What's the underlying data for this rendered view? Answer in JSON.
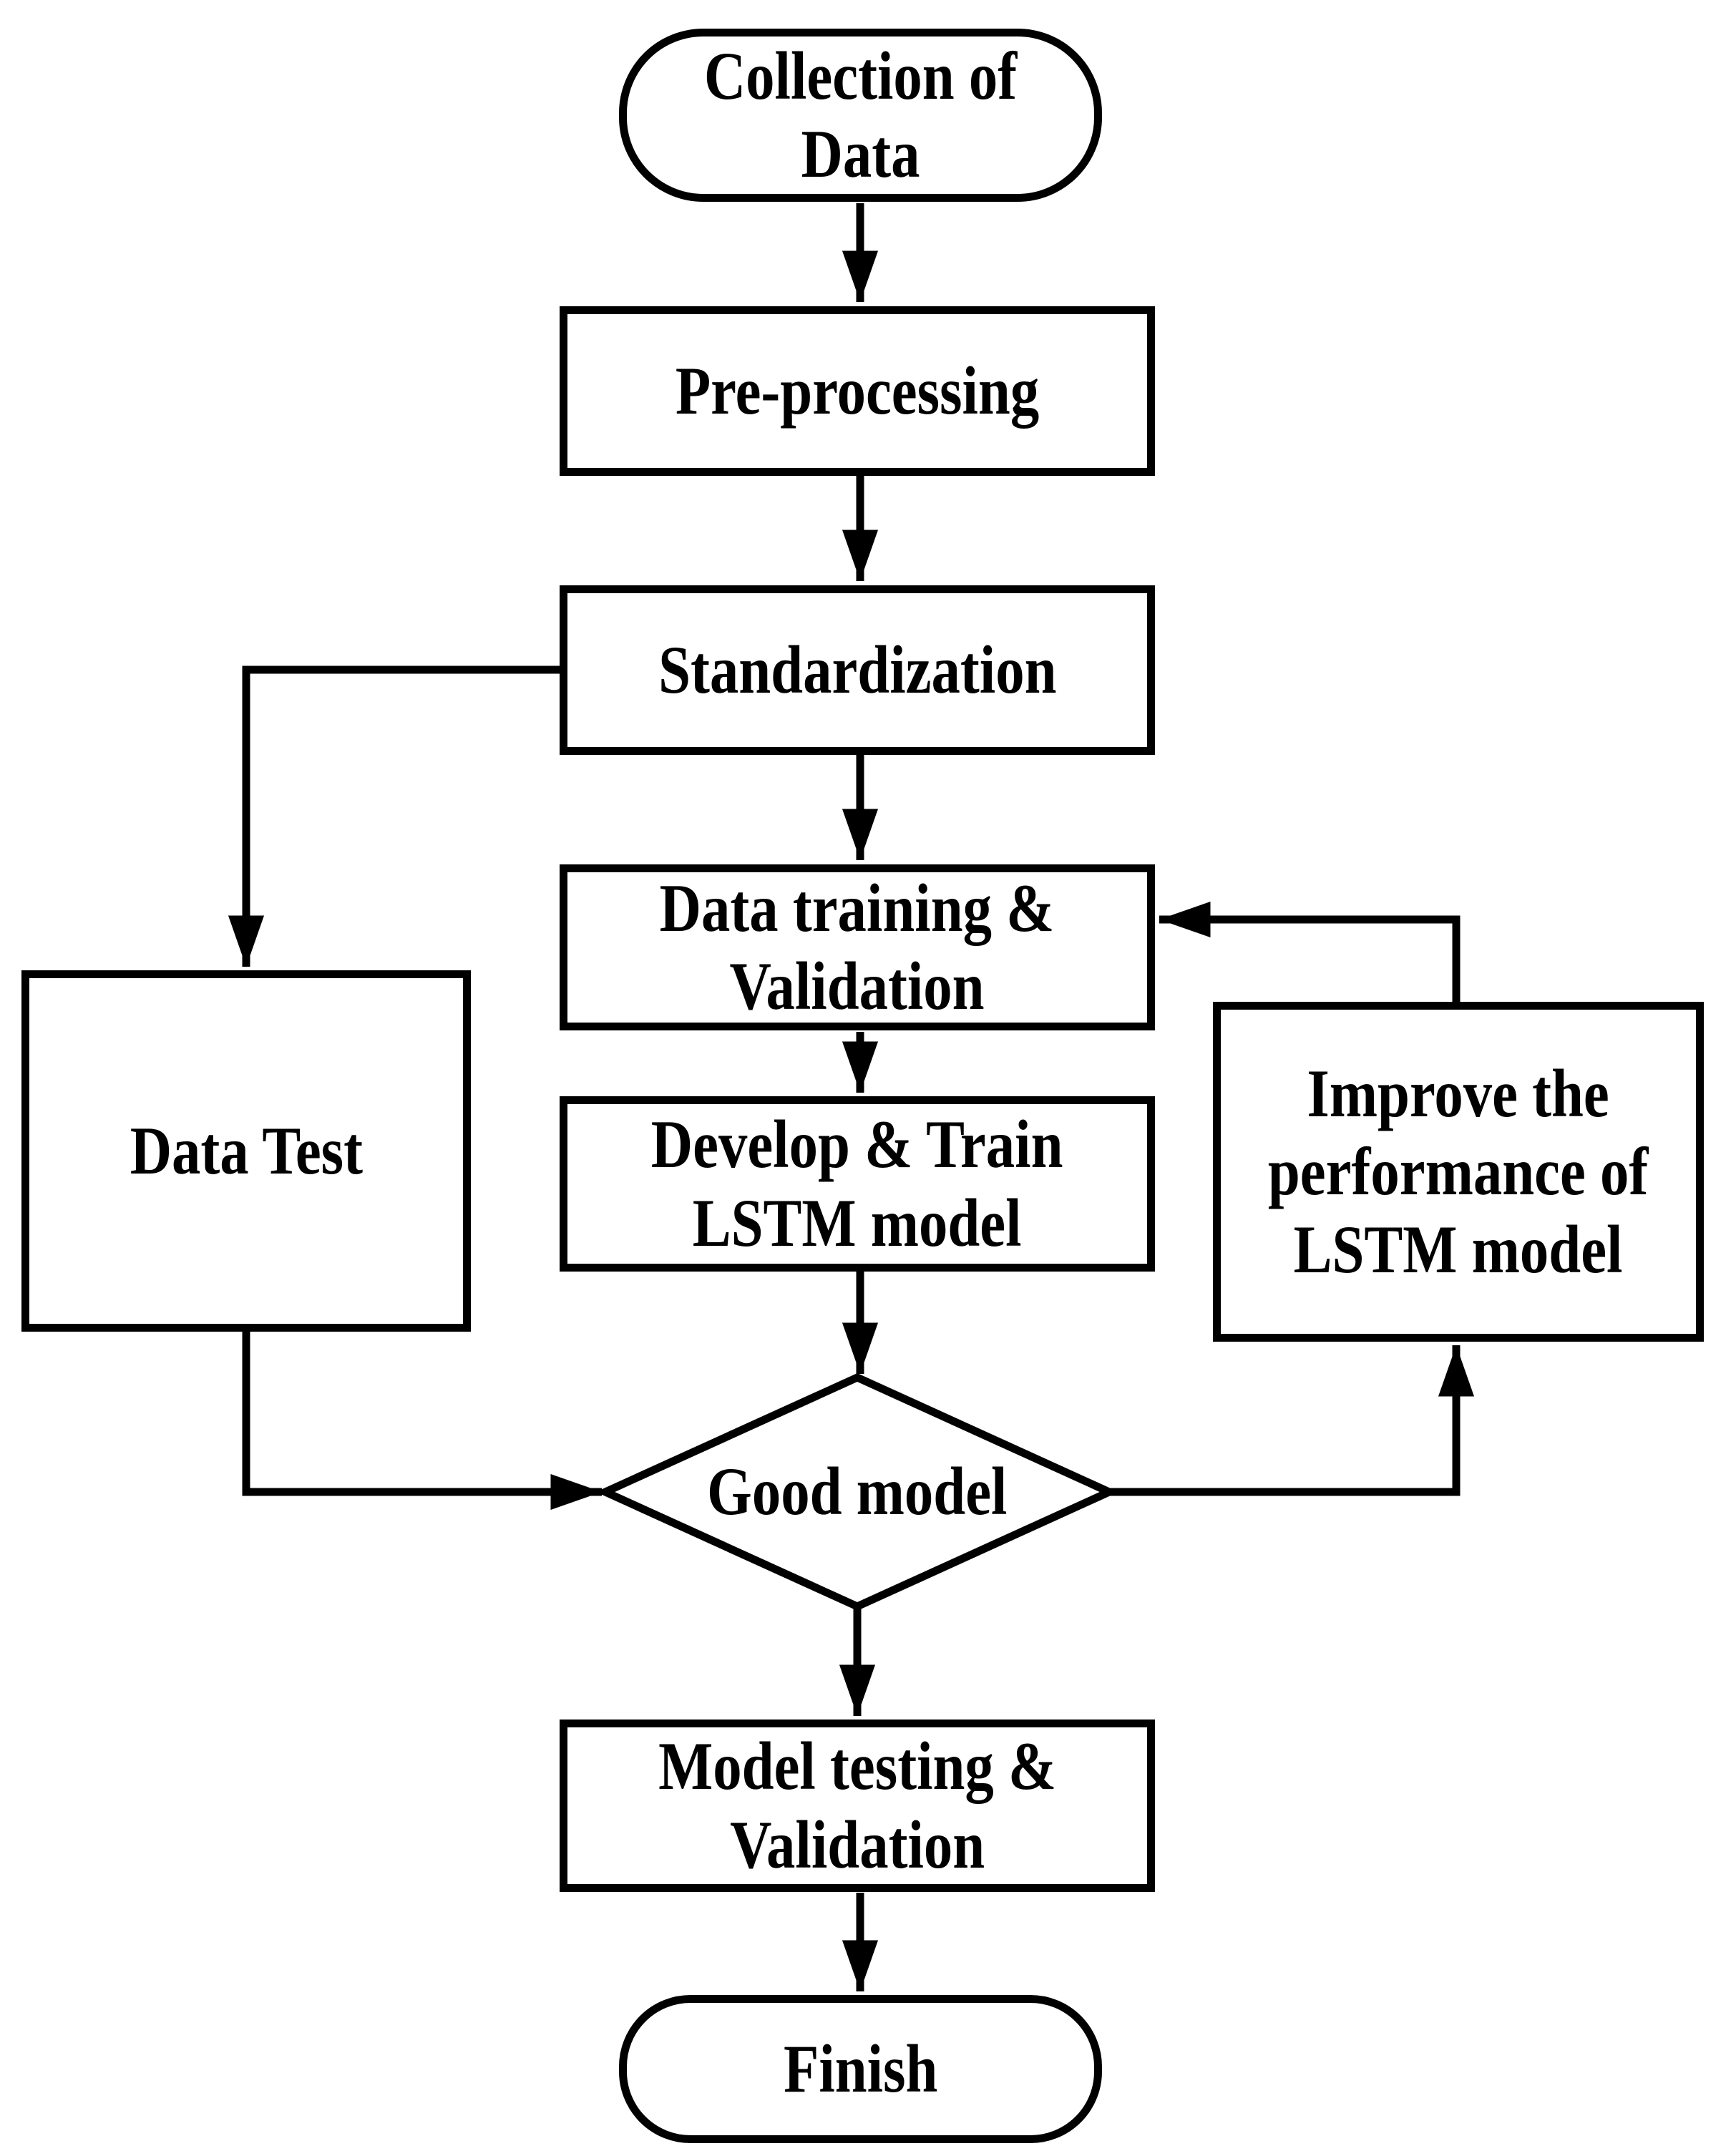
{
  "figure": {
    "kind": "flowchart",
    "ink_color": "#000000",
    "paper_color": "#ffffff"
  },
  "nodes": {
    "collection": {
      "label": "Collection of Data",
      "shape": "stadium"
    },
    "preprocessing": {
      "label": "Pre-processing",
      "shape": "rect"
    },
    "standardization": {
      "label": "Standardization",
      "shape": "rect"
    },
    "data_training": {
      "label": "Data training &\nValidation",
      "shape": "rect"
    },
    "develop_train": {
      "label": "Develop & Train\nLSTM model",
      "shape": "rect"
    },
    "good_model": {
      "label": "Good model",
      "shape": "diamond"
    },
    "model_testing": {
      "label": "Model testing &\nValidation",
      "shape": "rect"
    },
    "finish": {
      "label": "Finish",
      "shape": "stadium"
    },
    "data_test": {
      "label": "Data Test",
      "shape": "rect"
    },
    "improve": {
      "label": "Improve the\nperformance of\nLSTM model",
      "shape": "rect"
    }
  },
  "edges": [
    {
      "from": "collection",
      "to": "preprocessing"
    },
    {
      "from": "preprocessing",
      "to": "standardization"
    },
    {
      "from": "standardization",
      "to": "data_training"
    },
    {
      "from": "data_training",
      "to": "develop_train"
    },
    {
      "from": "develop_train",
      "to": "good_model"
    },
    {
      "from": "good_model",
      "to": "model_testing"
    },
    {
      "from": "model_testing",
      "to": "finish"
    },
    {
      "from": "standardization",
      "to": "data_test"
    },
    {
      "from": "data_test",
      "to": "good_model"
    },
    {
      "from": "good_model",
      "to": "improve"
    },
    {
      "from": "improve",
      "to": "data_training"
    }
  ]
}
